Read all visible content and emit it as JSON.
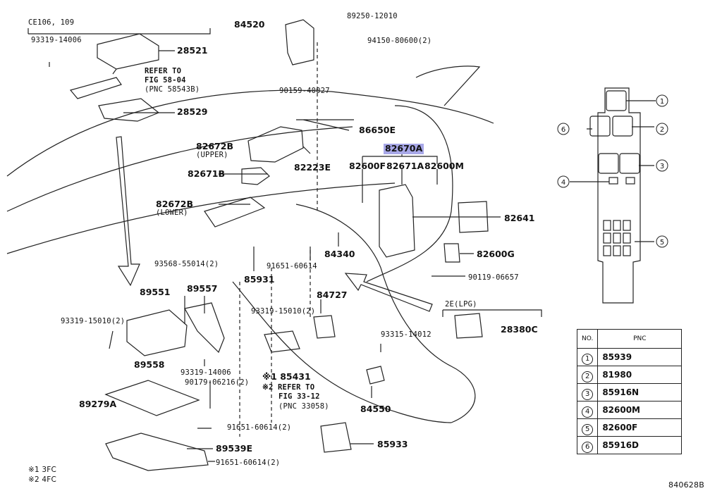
{
  "header": {
    "vehicle_code": "CE106, 109"
  },
  "footnotes": {
    "note1": "※1 3FC",
    "note2": "※2 4FC"
  },
  "figure_id": "840628B",
  "callouts": {
    "p84520": "84520",
    "p89250": "89250-12010",
    "p94150": "94150-80600(2)",
    "p93319a": "93319-14006",
    "p28521": "28521",
    "refer1": "REFER TO",
    "refer1b": "FIG 58-04",
    "refer1c": "(PNC 58543B)",
    "p28529": "28529",
    "p90159": "90159-40027",
    "p86650": "86650E",
    "p82672u": "82672B",
    "upper": "(UPPER)",
    "p82670": "82670A",
    "p82671b": "82671B",
    "p82223": "82223E",
    "p82600f": "82600F",
    "p82671a": "82671A",
    "p82600m": "82600M",
    "p82672l": "82672B",
    "lower": "(LOWER)",
    "p82641": "82641",
    "p82600g": "82600G",
    "p93568": "93568-55014(2)",
    "p91651a": "91651-60614",
    "p84340": "84340",
    "p85931": "85931",
    "p90119": "90119-06657",
    "p89551": "89551",
    "p89557": "89557",
    "p84727": "84727",
    "p93319b": "93319-15010(2)",
    "p93319c": "93319-15010(2)",
    "lpg": "2E(LPG)",
    "p93315": "93315-14012",
    "p28380": "28380C",
    "p89558": "89558",
    "p93319d": "93319-14006",
    "p90179": "90179-06216(2)",
    "p85431": "※1 85431",
    "refer2": "※2 REFER TO",
    "refer2b": "FIG 33-12",
    "refer2c": "(PNC 33058)",
    "p89279": "89279A",
    "p84550": "84550",
    "p91651b": "91651-60614(2)",
    "p85933": "85933",
    "p89539": "89539E",
    "p91651c": "91651-60614(2)"
  },
  "inset_markers": [
    "1",
    "2",
    "3",
    "4",
    "5",
    "6"
  ],
  "pnc_table": {
    "headers": [
      "NO.",
      "PNC"
    ],
    "rows": [
      {
        "no": "1",
        "pnc": "85939"
      },
      {
        "no": "2",
        "pnc": "81980"
      },
      {
        "no": "3",
        "pnc": "85916N"
      },
      {
        "no": "4",
        "pnc": "82600M"
      },
      {
        "no": "5",
        "pnc": "82600F"
      },
      {
        "no": "6",
        "pnc": "85916D"
      }
    ]
  }
}
